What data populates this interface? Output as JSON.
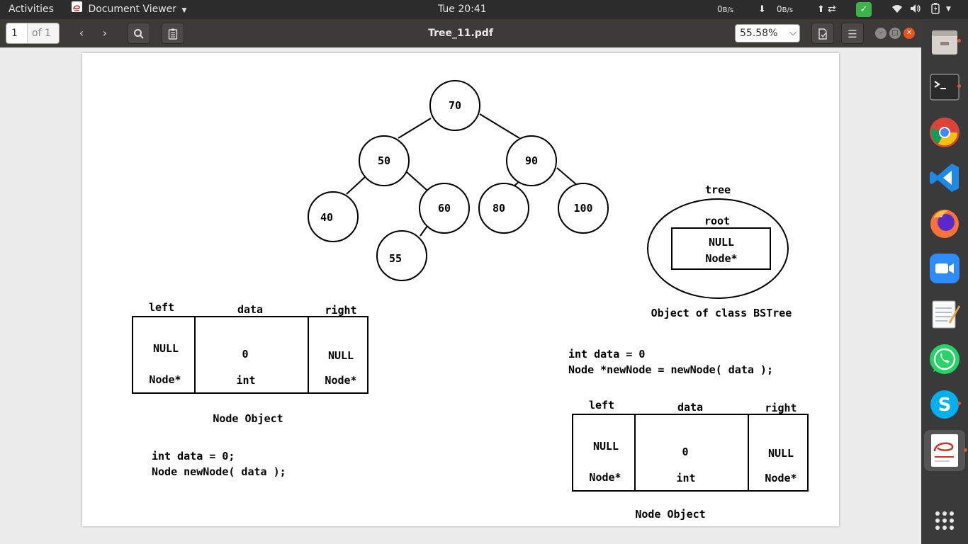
{
  "topbar": {
    "activities": "Activities",
    "app_name": "Document Viewer",
    "clock": "Tue 20:41",
    "net_up": "0",
    "net_up_unit": "B/s",
    "net_down": "0",
    "net_down_unit": "B/s"
  },
  "toolbar": {
    "page_current": "1",
    "page_total": "of 1",
    "document_title": "Tree_11.pdf",
    "zoom": "55.58%"
  },
  "diagram": {
    "tree_nodes": [
      "70",
      "50",
      "90",
      "40",
      "60",
      "80",
      "100",
      "55"
    ],
    "bstree": {
      "title": "tree",
      "root_label": "root",
      "value": "NULL",
      "type": "Node*",
      "caption": "Object of class BSTree"
    },
    "node_left": {
      "labels": {
        "left": "left",
        "data": "data",
        "right": "right"
      },
      "left_value": "NULL",
      "left_type": "Node*",
      "data_value": "0",
      "data_type": "int",
      "right_value": "NULL",
      "right_type": "Node*",
      "caption": "Node Object",
      "code": [
        "int data = 0;",
        "Node newNode( data );"
      ]
    },
    "node_right": {
      "labels": {
        "left": "left",
        "data": "data",
        "right": "right"
      },
      "left_value": "NULL",
      "left_type": "Node*",
      "data_value": "0",
      "data_type": "int",
      "right_value": "NULL",
      "right_type": "Node*",
      "caption": "Node Object",
      "code": [
        "int data = 0",
        "Node *newNode = newNode( data );"
      ]
    }
  },
  "dock": {
    "apps": [
      "files-icon",
      "terminal-icon",
      "chrome-icon",
      "vscode-icon",
      "firefox-icon",
      "zoom-icon",
      "text-editor-icon",
      "whatsapp-icon",
      "skype-icon",
      "document-viewer-icon",
      "show-apps-icon"
    ]
  }
}
